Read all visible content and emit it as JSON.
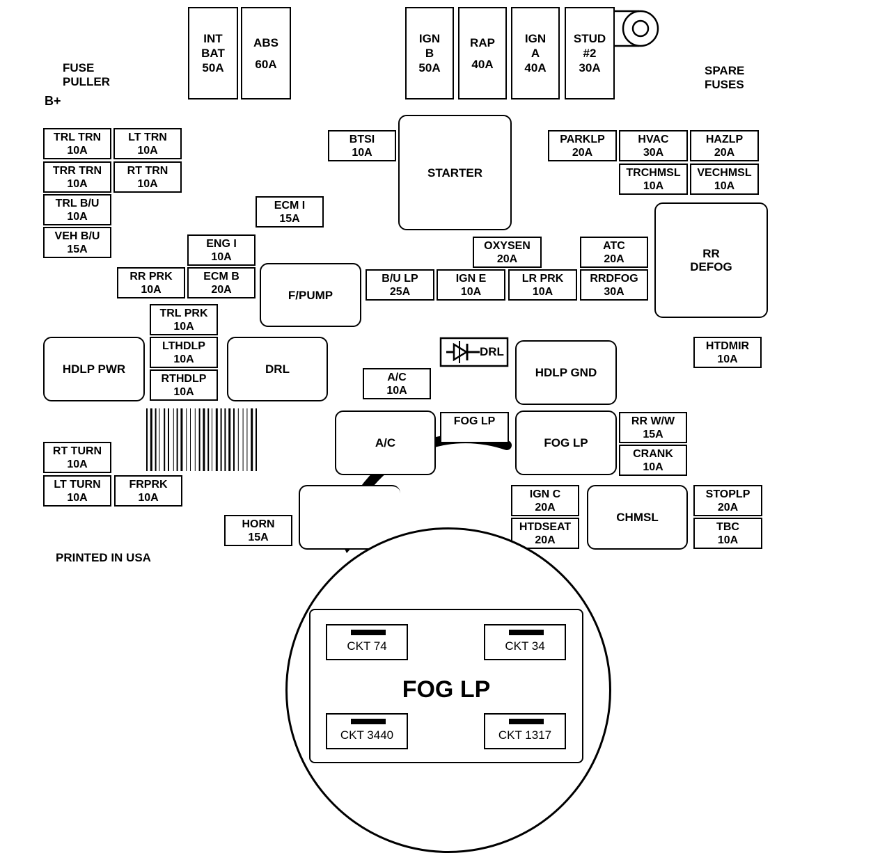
{
  "labels": {
    "fuse_puller": [
      "FUSE",
      "PULLER"
    ],
    "b_plus": "B+",
    "spare_fuses": [
      "SPARE",
      "FUSES"
    ],
    "printed": "PRINTED IN USA"
  },
  "top_fuses": {
    "int_bat": [
      "INT",
      "BAT",
      "50A"
    ],
    "abs": [
      "ABS",
      "60A"
    ],
    "ign_b": [
      "IGN",
      "B",
      "50A"
    ],
    "rap": [
      "RAP",
      "40A"
    ],
    "ign_a": [
      "IGN",
      "A",
      "40A"
    ],
    "stud2": [
      "STUD",
      "#2",
      "30A"
    ]
  },
  "fuses": {
    "trl_trn": [
      "TRL TRN",
      "10A"
    ],
    "lt_trn": [
      "LT TRN",
      "10A"
    ],
    "trr_trn": [
      "TRR TRN",
      "10A"
    ],
    "rt_trn": [
      "RT TRN",
      "10A"
    ],
    "trl_bu": [
      "TRL B/U",
      "10A"
    ],
    "veh_bu": [
      "VEH B/U",
      "15A"
    ],
    "btsi": [
      "BTSI",
      "10A"
    ],
    "ecm_i": [
      "ECM I",
      "15A"
    ],
    "eng_i": [
      "ENG I",
      "10A"
    ],
    "rr_prk": [
      "RR PRK",
      "10A"
    ],
    "ecm_b": [
      "ECM B",
      "20A"
    ],
    "trl_prk": [
      "TRL PRK",
      "10A"
    ],
    "lthdlp": [
      "LTHDLP",
      "10A"
    ],
    "rthdlp": [
      "RTHDLP",
      "10A"
    ],
    "parklp": [
      "PARKLP",
      "20A"
    ],
    "hvac": [
      "HVAC",
      "30A"
    ],
    "hazlp": [
      "HAZLP",
      "20A"
    ],
    "trchmsl": [
      "TRCHMSL",
      "10A"
    ],
    "vechmsl": [
      "VECHMSL",
      "10A"
    ],
    "oxysen": [
      "OXYSEN",
      "20A"
    ],
    "atc": [
      "ATC",
      "20A"
    ],
    "bu_lp": [
      "B/U LP",
      "25A"
    ],
    "ign_e": [
      "IGN E",
      "10A"
    ],
    "lr_prk": [
      "LR PRK",
      "10A"
    ],
    "rrdfog": [
      "RRDFOG",
      "30A"
    ],
    "htdmir": [
      "HTDMIR",
      "10A"
    ],
    "ac_fuse": [
      "A/C",
      "10A"
    ],
    "fog_lp_fuse": [
      "FOG LP",
      ""
    ],
    "rr_ww": [
      "RR W/W",
      "15A"
    ],
    "crank": [
      "CRANK",
      "10A"
    ],
    "rt_turn": [
      "RT TURN",
      "10A"
    ],
    "lt_turn": [
      "LT TURN",
      "10A"
    ],
    "frprk": [
      "FRPRK",
      "10A"
    ],
    "horn": [
      "HORN",
      "15A"
    ],
    "ign_c": [
      "IGN C",
      "20A"
    ],
    "htdseat": [
      "HTDSEAT",
      "20A"
    ],
    "stoplp": [
      "STOPLP",
      "20A"
    ],
    "tbc": [
      "TBC",
      "10A"
    ]
  },
  "relays": {
    "starter": "STARTER",
    "rr_defog": [
      "RR",
      "DEFOG"
    ],
    "f_pump": "F/PUMP",
    "hdlp_pwr": "HDLP PWR",
    "drl": "DRL",
    "drl_diode": "DRL",
    "hdlp_gnd": "HDLP GND",
    "ac_relay": "A/C",
    "fog_lp_relay": "FOG LP",
    "chmsl": "CHMSL"
  },
  "detail": {
    "title": "FOG LP",
    "ckt_tl": "CKT 74",
    "ckt_tr": "CKT 34",
    "ckt_bl": "CKT 3440",
    "ckt_br": "CKT 1317"
  }
}
